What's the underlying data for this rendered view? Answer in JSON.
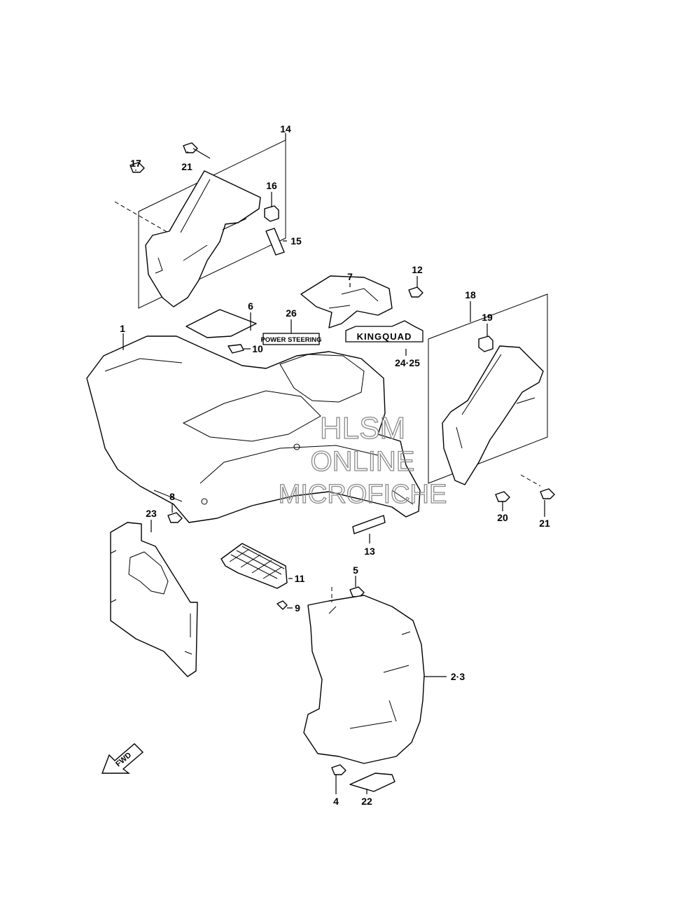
{
  "callouts": {
    "p1": "1",
    "p2_3": "2·3",
    "p4": "4",
    "p5": "5",
    "p6": "6",
    "p7": "7",
    "p8": "8",
    "p9": "9",
    "p10": "10",
    "p11": "11",
    "p12": "12",
    "p13": "13",
    "p14": "14",
    "p15": "15",
    "p16": "16",
    "p17": "17",
    "p18": "18",
    "p19": "19",
    "p20": "20",
    "p21a": "21",
    "p21b": "21",
    "p22": "22",
    "p23": "23",
    "p24_25": "24·25",
    "p26": "26"
  },
  "decals": {
    "power_steering": "POWER STEERING",
    "kingquad": "KINGQUAD"
  },
  "fwd_label": "FWD",
  "watermark": {
    "line1": "HLSM",
    "line2": "ONLINE",
    "line3": "MICROFICHE"
  }
}
